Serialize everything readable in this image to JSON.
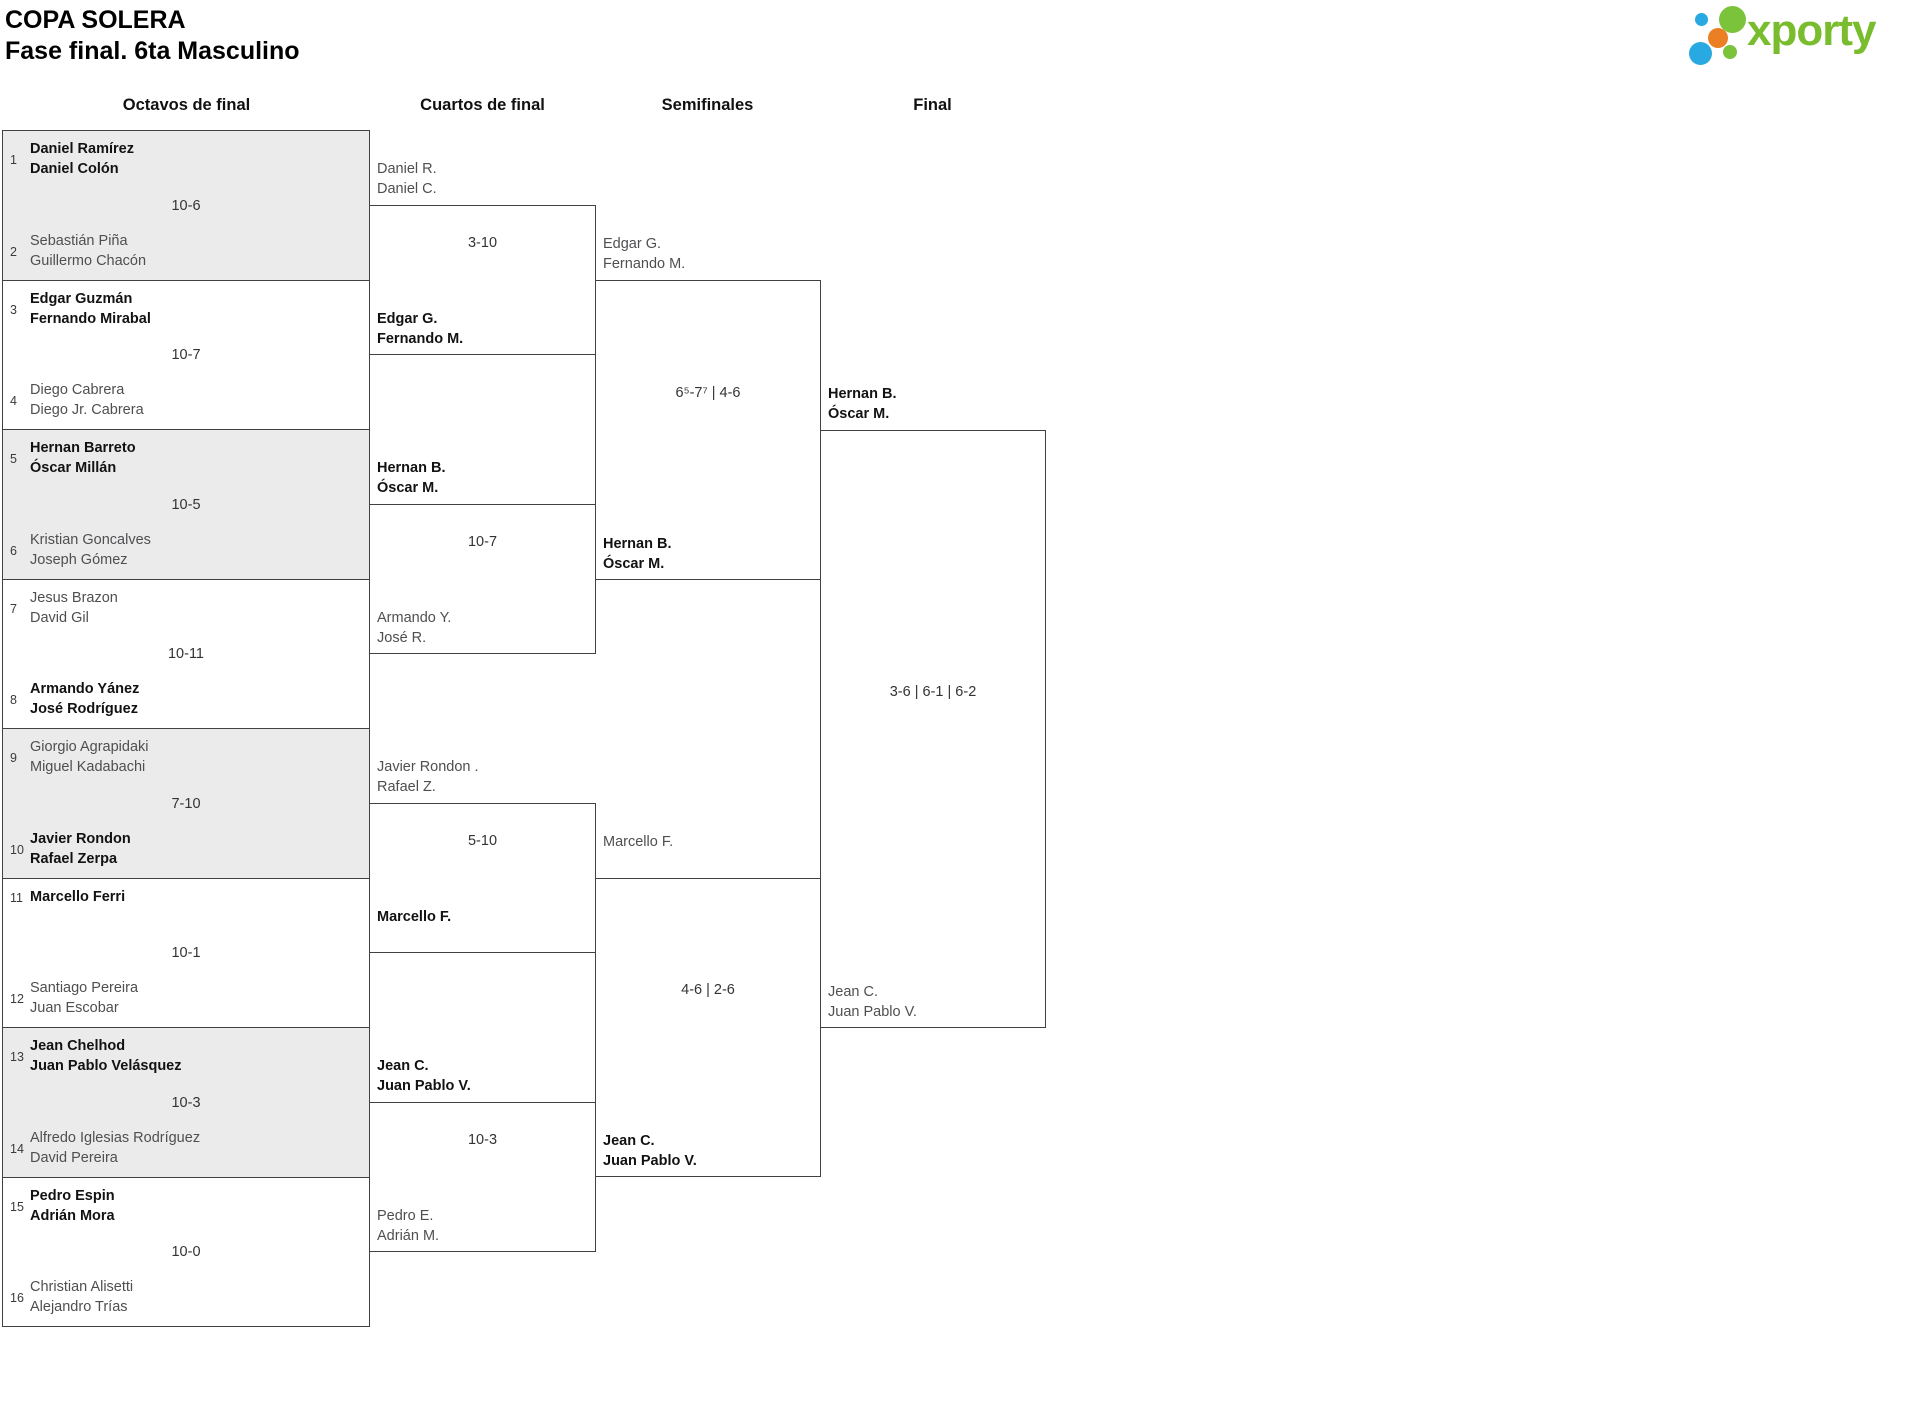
{
  "tournament": {
    "title": "COPA SOLERA",
    "subtitle": "Fase final. 6ta Masculino"
  },
  "logo": {
    "text": "xporty",
    "brand_colors": {
      "green": "#79bc2d",
      "blue": "#29a9e1",
      "orange": "#ea7f23"
    }
  },
  "rounds": [
    "Octavos de final",
    "Cuartos de final",
    "Semifinales",
    "Final"
  ],
  "octavos": [
    {
      "seed_top": "1",
      "top": [
        "Daniel Ramírez",
        "Daniel Colón"
      ],
      "top_win": true,
      "score": "10-6",
      "seed_bottom": "2",
      "bottom": [
        "Sebastián Piña",
        "Guillermo Chacón"
      ],
      "bottom_win": false
    },
    {
      "seed_top": "3",
      "top": [
        "Edgar Guzmán",
        "Fernando Mirabal"
      ],
      "top_win": true,
      "score": "10-7",
      "seed_bottom": "4",
      "bottom": [
        "Diego Cabrera",
        "Diego Jr. Cabrera"
      ],
      "bottom_win": false
    },
    {
      "seed_top": "5",
      "top": [
        "Hernan Barreto",
        "Óscar Millán"
      ],
      "top_win": true,
      "score": "10-5",
      "seed_bottom": "6",
      "bottom": [
        "Kristian Goncalves",
        "Joseph Gómez"
      ],
      "bottom_win": false
    },
    {
      "seed_top": "7",
      "top": [
        "Jesus Brazon",
        "David Gil"
      ],
      "top_win": false,
      "score": "10-11",
      "seed_bottom": "8",
      "bottom": [
        "Armando Yánez",
        "José Rodríguez"
      ],
      "bottom_win": true
    },
    {
      "seed_top": "9",
      "top": [
        "Giorgio Agrapidaki",
        "Miguel Kadabachi"
      ],
      "top_win": false,
      "score": "7-10",
      "seed_bottom": "10",
      "bottom": [
        "Javier Rondon",
        "Rafael Zerpa"
      ],
      "bottom_win": true
    },
    {
      "seed_top": "11",
      "top": [
        "Marcello Ferri",
        ""
      ],
      "top_win": true,
      "score": "10-1",
      "seed_bottom": "12",
      "bottom": [
        "Santiago Pereira",
        "Juan Escobar"
      ],
      "bottom_win": false
    },
    {
      "seed_top": "13",
      "top": [
        "Jean Chelhod",
        "Juan Pablo Velásquez"
      ],
      "top_win": true,
      "score": "10-3",
      "seed_bottom": "14",
      "bottom": [
        "Alfredo Iglesias Rodríguez",
        "David Pereira"
      ],
      "bottom_win": false
    },
    {
      "seed_top": "15",
      "top": [
        "Pedro Espin",
        "Adrián Mora"
      ],
      "top_win": true,
      "score": "10-0",
      "seed_bottom": "16",
      "bottom": [
        "Christian Alisetti",
        "Alejandro Trías"
      ],
      "bottom_win": false
    }
  ],
  "cuartos": [
    {
      "top": [
        "Daniel R.",
        "Daniel C."
      ],
      "top_win": false,
      "score": "3-10",
      "bottom": [
        "Edgar G.",
        "Fernando M."
      ],
      "bottom_win": true
    },
    {
      "top": [
        "Hernan B.",
        "Óscar M."
      ],
      "top_win": true,
      "score": "10-7",
      "bottom": [
        "Armando Y.",
        "José R."
      ],
      "bottom_win": false
    },
    {
      "top": [
        "Javier Rondon .",
        "Rafael Z."
      ],
      "top_win": false,
      "score": "5-10",
      "bottom": [
        "Marcello F.",
        ""
      ],
      "bottom_win": true
    },
    {
      "top": [
        "Jean C.",
        "Juan Pablo V."
      ],
      "top_win": true,
      "score": "10-3",
      "bottom": [
        "Pedro E.",
        "Adrián M."
      ],
      "bottom_win": false
    }
  ],
  "semifinales": [
    {
      "top": [
        "Edgar G.",
        "Fernando M."
      ],
      "top_win": false,
      "score": "6⁵-7⁷ | 4-6",
      "bottom": [
        "Hernan B.",
        "Óscar M."
      ],
      "bottom_win": true
    },
    {
      "top": [
        "Marcello F.",
        ""
      ],
      "top_win": false,
      "score": "4-6 | 2-6",
      "bottom": [
        "Jean C.",
        "Juan Pablo V."
      ],
      "bottom_win": true
    }
  ],
  "final": {
    "top": [
      "Hernan B.",
      "Óscar M."
    ],
    "top_win": true,
    "score": "3-6 | 6-1 | 6-2",
    "bottom": [
      "Jean C.",
      "Juan Pablo V."
    ],
    "bottom_win": false
  }
}
